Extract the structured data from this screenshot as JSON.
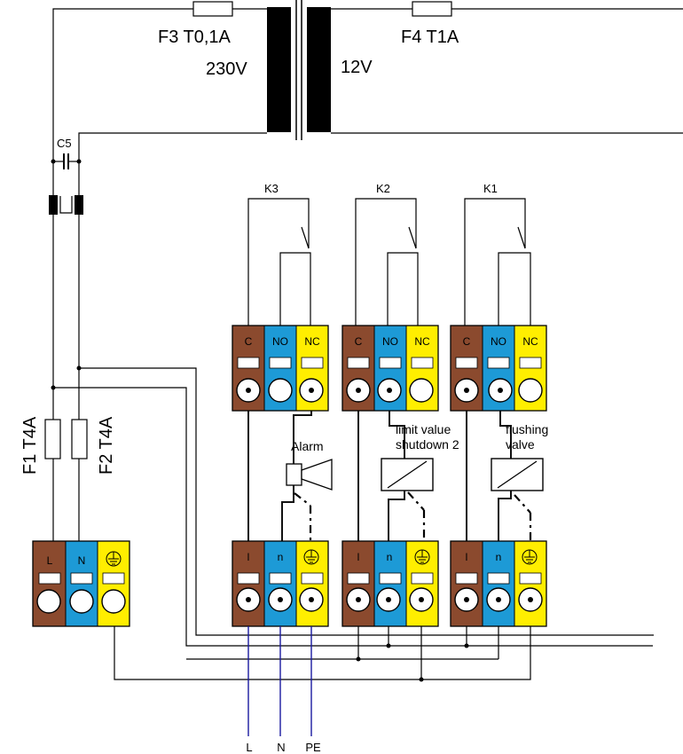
{
  "colors": {
    "brown": "#8b4a2e",
    "blue": "#1d9ad6",
    "yellow": "#ffee00"
  },
  "labels": {
    "f3": "F3 T0,1A",
    "f4": "F4 T1A",
    "v230": "230V",
    "v12": "12V",
    "c5": "C5",
    "f1": "F1 T4A",
    "f2": "F2 T4A",
    "k3": "K3",
    "k2": "K2",
    "k1": "K1",
    "alarm": "Alarm",
    "limit1": "limit value",
    "limit2": "shutdown 2",
    "flush1": "flushing",
    "flush2": "valve",
    "mains_L": "L",
    "mains_N": "N",
    "mains_PE": "PE"
  },
  "terminals": {
    "contact": [
      "C",
      "NO",
      "NC"
    ],
    "power_small": [
      "l",
      "n"
    ],
    "power_main": [
      "L",
      "N"
    ]
  }
}
